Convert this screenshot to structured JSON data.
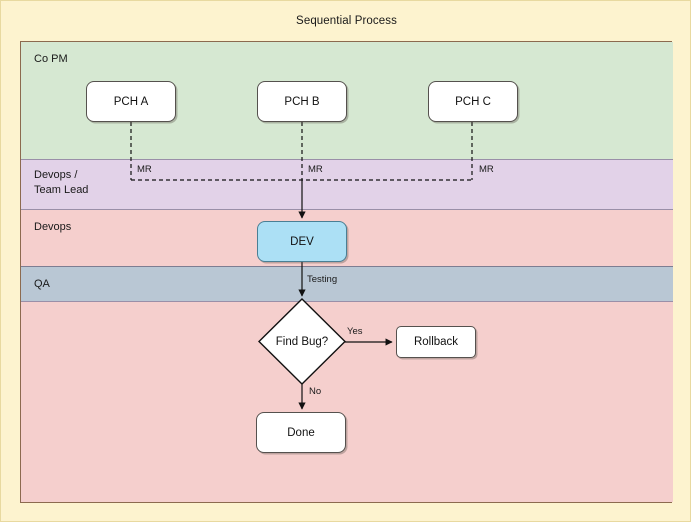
{
  "diagram": {
    "title": "Sequential Process",
    "type": "swimlane-flowchart",
    "canvas_bg": "#fdf3cf",
    "pool_border": "#8c6a4f"
  },
  "lanes": [
    {
      "id": "co-pm",
      "label": "Co PM",
      "color": "#d6e8d2"
    },
    {
      "id": "devops-team-lead",
      "label": "Devops /\nTeam Lead",
      "color": "#e2d2e8"
    },
    {
      "id": "devops",
      "label": "Devops",
      "color": "#f5cfcd"
    },
    {
      "id": "qa",
      "label": "QA",
      "color": "#b9c7d4"
    },
    {
      "id": "qa-body",
      "label": "",
      "color": "#f5cfcd"
    }
  ],
  "nodes": [
    {
      "id": "pch-a",
      "label": "PCH A",
      "shape": "rounded-rect",
      "lane": "co-pm",
      "fill": "#ffffff"
    },
    {
      "id": "pch-b",
      "label": "PCH B",
      "shape": "rounded-rect",
      "lane": "co-pm",
      "fill": "#ffffff"
    },
    {
      "id": "pch-c",
      "label": "PCH C",
      "shape": "rounded-rect",
      "lane": "co-pm",
      "fill": "#ffffff"
    },
    {
      "id": "dev",
      "label": "DEV",
      "shape": "rounded-rect",
      "lane": "devops",
      "fill": "#ace0f5"
    },
    {
      "id": "find-bug",
      "label": "Find Bug?",
      "shape": "diamond",
      "lane": "qa-body",
      "fill": "#ffffff"
    },
    {
      "id": "rollback",
      "label": "Rollback",
      "shape": "rounded-rect",
      "lane": "qa-body",
      "fill": "#ffffff"
    },
    {
      "id": "done",
      "label": "Done",
      "shape": "rounded-rect",
      "lane": "qa-body",
      "fill": "#ffffff"
    }
  ],
  "edges": [
    {
      "from": "pch-a",
      "to": "merge-bar",
      "label": "MR",
      "style": "dashed"
    },
    {
      "from": "pch-b",
      "to": "merge-bar",
      "label": "MR",
      "style": "dashed"
    },
    {
      "from": "pch-c",
      "to": "merge-bar",
      "label": "MR",
      "style": "dashed"
    },
    {
      "from": "merge-bar",
      "to": "dev",
      "label": "",
      "style": "solid"
    },
    {
      "from": "dev",
      "to": "find-bug",
      "label": "Testing",
      "style": "solid"
    },
    {
      "from": "find-bug",
      "to": "rollback",
      "label": "Yes",
      "style": "solid"
    },
    {
      "from": "find-bug",
      "to": "done",
      "label": "No",
      "style": "solid"
    }
  ]
}
